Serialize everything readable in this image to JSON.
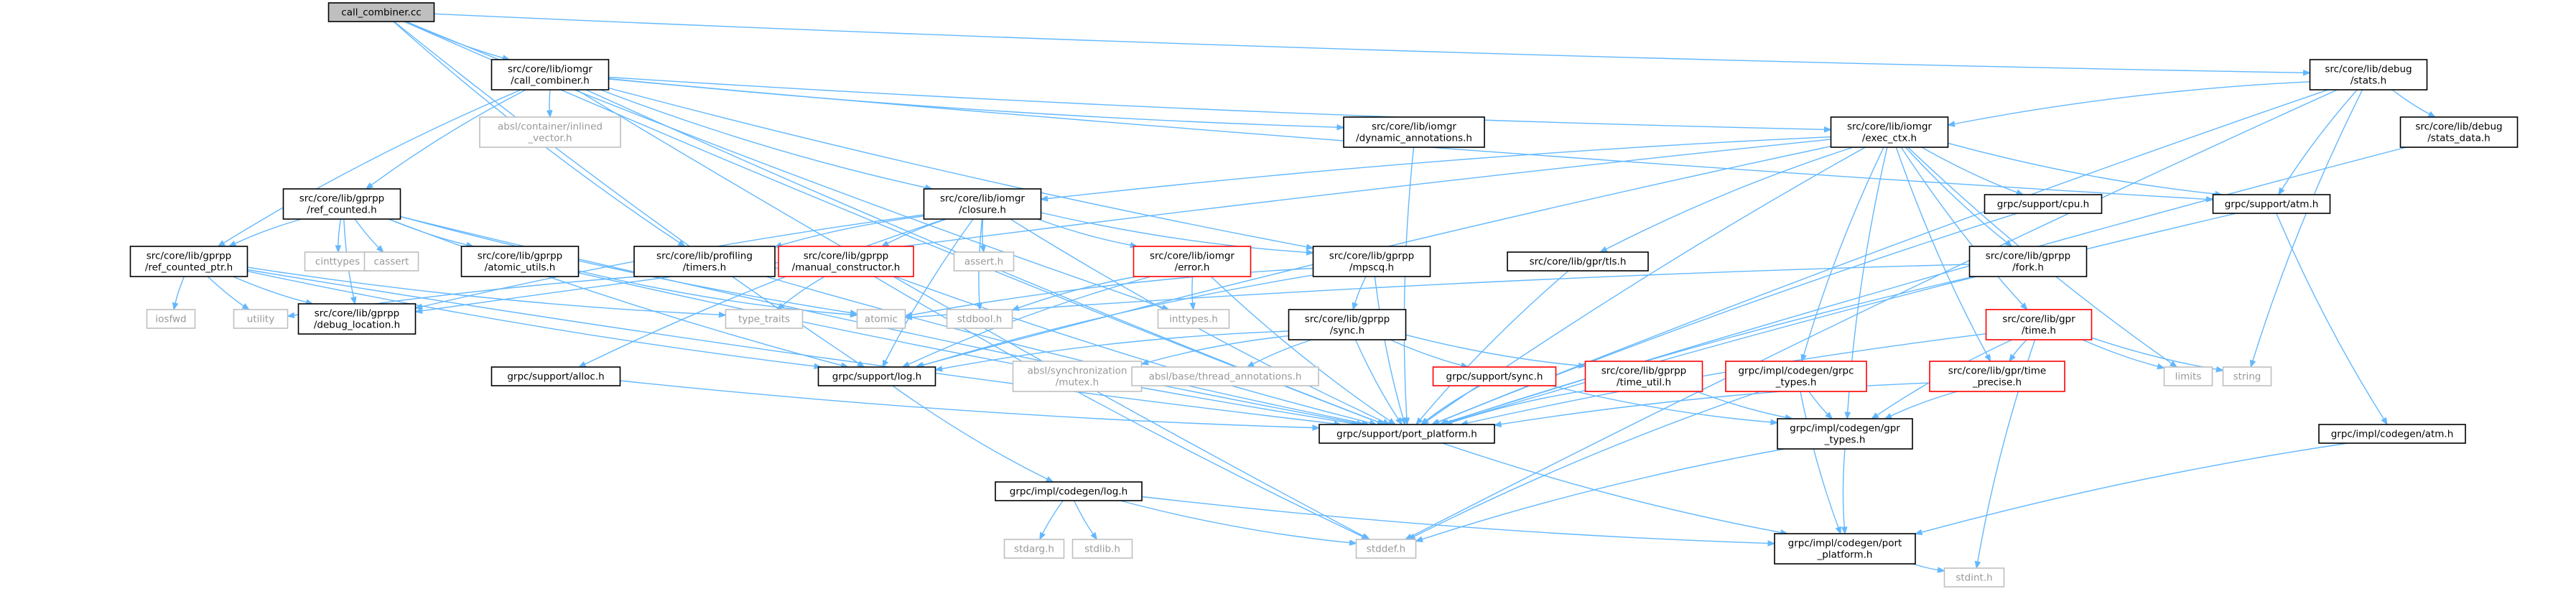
{
  "colors": {
    "edge": "#63b8ff",
    "focus_fill": "#bfbfbf",
    "focus_border": "#000000",
    "documented_border": "#000000",
    "undocumented_border": "#ff0000",
    "external_border": "#bfbfbf",
    "node_fill": "#ffffff",
    "documented_text": "#000000",
    "external_text": "#999999"
  },
  "graph": {
    "nodes": [
      {
        "id": "call_combiner_cc",
        "kind": "focus",
        "lines": [
          "call_combiner.cc"
        ]
      },
      {
        "id": "iomgr_call_combiner_h",
        "kind": "documented",
        "lines": [
          "src/core/lib/iomgr",
          "/call_combiner.h"
        ]
      },
      {
        "id": "debug_stats_h",
        "kind": "documented",
        "lines": [
          "src/core/lib/debug",
          "/stats.h"
        ]
      },
      {
        "id": "inlined_vector_h",
        "kind": "external",
        "lines": [
          "absl/container/inlined",
          "_vector.h"
        ]
      },
      {
        "id": "dynamic_annotations_h",
        "kind": "documented",
        "lines": [
          "src/core/lib/iomgr",
          "/dynamic_annotations.h"
        ]
      },
      {
        "id": "exec_ctx_h",
        "kind": "documented",
        "lines": [
          "src/core/lib/iomgr",
          "/exec_ctx.h"
        ]
      },
      {
        "id": "stats_data_h",
        "kind": "documented",
        "lines": [
          "src/core/lib/debug",
          "/stats_data.h"
        ]
      },
      {
        "id": "ref_counted_h",
        "kind": "documented",
        "lines": [
          "src/core/lib/gprpp",
          "/ref_counted.h"
        ]
      },
      {
        "id": "closure_h",
        "kind": "documented",
        "lines": [
          "src/core/lib/iomgr",
          "/closure.h"
        ]
      },
      {
        "id": "support_cpu_h",
        "kind": "documented",
        "lines": [
          "grpc/support/cpu.h"
        ]
      },
      {
        "id": "support_atm_h",
        "kind": "documented",
        "lines": [
          "grpc/support/atm.h"
        ]
      },
      {
        "id": "ref_counted_ptr_h",
        "kind": "documented",
        "lines": [
          "src/core/lib/gprpp",
          "/ref_counted_ptr.h"
        ]
      },
      {
        "id": "cinttypes",
        "kind": "external",
        "lines": [
          "cinttypes"
        ]
      },
      {
        "id": "cassert",
        "kind": "external",
        "lines": [
          "cassert"
        ]
      },
      {
        "id": "atomic_utils_h",
        "kind": "documented",
        "lines": [
          "src/core/lib/gprpp",
          "/atomic_utils.h"
        ]
      },
      {
        "id": "profiling_timers_h",
        "kind": "documented",
        "lines": [
          "src/core/lib/profiling",
          "/timers.h"
        ]
      },
      {
        "id": "manual_constructor_h",
        "kind": "undocumented",
        "lines": [
          "src/core/lib/gprpp",
          "/manual_constructor.h"
        ]
      },
      {
        "id": "assert_h",
        "kind": "external",
        "lines": [
          "assert.h"
        ]
      },
      {
        "id": "iomgr_error_h",
        "kind": "undocumented",
        "lines": [
          "src/core/lib/iomgr",
          "/error.h"
        ]
      },
      {
        "id": "mpscq_h",
        "kind": "documented",
        "lines": [
          "src/core/lib/gprpp",
          "/mpscq.h"
        ]
      },
      {
        "id": "gpr_tls_h",
        "kind": "documented",
        "lines": [
          "src/core/lib/gpr/tls.h"
        ]
      },
      {
        "id": "gprpp_fork_h",
        "kind": "documented",
        "lines": [
          "src/core/lib/gprpp",
          "/fork.h"
        ]
      },
      {
        "id": "iosfwd",
        "kind": "external",
        "lines": [
          "iosfwd"
        ]
      },
      {
        "id": "utility",
        "kind": "external",
        "lines": [
          "utility"
        ]
      },
      {
        "id": "debug_location_h",
        "kind": "documented",
        "lines": [
          "src/core/lib/gprpp",
          "/debug_location.h"
        ]
      },
      {
        "id": "type_traits",
        "kind": "external",
        "lines": [
          "type_traits"
        ]
      },
      {
        "id": "atomic",
        "kind": "external",
        "lines": [
          "atomic"
        ]
      },
      {
        "id": "stdbool_h",
        "kind": "external",
        "lines": [
          "stdbool.h"
        ]
      },
      {
        "id": "inttypes_h",
        "kind": "external",
        "lines": [
          "inttypes.h"
        ]
      },
      {
        "id": "gprpp_sync_h",
        "kind": "documented",
        "lines": [
          "src/core/lib/gprpp",
          "/sync.h"
        ]
      },
      {
        "id": "gpr_time_h",
        "kind": "undocumented",
        "lines": [
          "src/core/lib/gpr",
          "/time.h"
        ]
      },
      {
        "id": "support_alloc_h",
        "kind": "documented",
        "lines": [
          "grpc/support/alloc.h"
        ]
      },
      {
        "id": "support_log_h",
        "kind": "documented",
        "lines": [
          "grpc/support/log.h"
        ]
      },
      {
        "id": "absl_mutex_h",
        "kind": "external",
        "lines": [
          "absl/synchronization",
          "/mutex.h"
        ]
      },
      {
        "id": "thread_annotations_h",
        "kind": "external",
        "lines": [
          "absl/base/thread_annotations.h"
        ]
      },
      {
        "id": "support_sync_h",
        "kind": "undocumented",
        "lines": [
          "grpc/support/sync.h"
        ]
      },
      {
        "id": "time_util_h",
        "kind": "undocumented",
        "lines": [
          "src/core/lib/gprpp",
          "/time_util.h"
        ]
      },
      {
        "id": "grpc_types_h",
        "kind": "undocumented",
        "lines": [
          "grpc/impl/codegen/grpc",
          "_types.h"
        ]
      },
      {
        "id": "time_precise_h",
        "kind": "undocumented",
        "lines": [
          "src/core/lib/gpr/time",
          "_precise.h"
        ]
      },
      {
        "id": "limits",
        "kind": "external",
        "lines": [
          "limits"
        ]
      },
      {
        "id": "string",
        "kind": "external",
        "lines": [
          "string"
        ]
      },
      {
        "id": "port_platform_h",
        "kind": "documented",
        "lines": [
          "grpc/support/port_platform.h"
        ]
      },
      {
        "id": "gpr_types_h",
        "kind": "documented",
        "lines": [
          "grpc/impl/codegen/gpr",
          "_types.h"
        ]
      },
      {
        "id": "codegen_log_h",
        "kind": "documented",
        "lines": [
          "grpc/impl/codegen/log.h"
        ]
      },
      {
        "id": "codegen_atm_h",
        "kind": "documented",
        "lines": [
          "grpc/impl/codegen/atm.h"
        ]
      },
      {
        "id": "stdarg_h",
        "kind": "external",
        "lines": [
          "stdarg.h"
        ]
      },
      {
        "id": "stdlib_h",
        "kind": "external",
        "lines": [
          "stdlib.h"
        ]
      },
      {
        "id": "stddef_h",
        "kind": "external",
        "lines": [
          "stddef.h"
        ]
      },
      {
        "id": "codegen_port_platform_h",
        "kind": "documented",
        "lines": [
          "grpc/impl/codegen/port",
          "_platform.h"
        ]
      },
      {
        "id": "stdint_h",
        "kind": "external",
        "lines": [
          "stdint.h"
        ]
      }
    ],
    "edges": [
      [
        "call_combiner_cc",
        "iomgr_call_combiner_h"
      ],
      [
        "call_combiner_cc",
        "debug_stats_h"
      ],
      [
        "call_combiner_cc",
        "port_platform_h"
      ],
      [
        "call_combiner_cc",
        "support_log_h"
      ],
      [
        "call_combiner_cc",
        "profiling_timers_h"
      ],
      [
        "call_combiner_cc",
        "inttypes_h"
      ],
      [
        "iomgr_call_combiner_h",
        "inlined_vector_h"
      ],
      [
        "iomgr_call_combiner_h",
        "dynamic_annotations_h"
      ],
      [
        "iomgr_call_combiner_h",
        "exec_ctx_h"
      ],
      [
        "iomgr_call_combiner_h",
        "ref_counted_h"
      ],
      [
        "iomgr_call_combiner_h",
        "ref_counted_ptr_h"
      ],
      [
        "iomgr_call_combiner_h",
        "closure_h"
      ],
      [
        "iomgr_call_combiner_h",
        "mpscq_h"
      ],
      [
        "iomgr_call_combiner_h",
        "support_atm_h"
      ],
      [
        "iomgr_call_combiner_h",
        "port_platform_h"
      ],
      [
        "iomgr_call_combiner_h",
        "stddef_h"
      ],
      [
        "debug_stats_h",
        "exec_ctx_h"
      ],
      [
        "debug_stats_h",
        "stats_data_h"
      ],
      [
        "debug_stats_h",
        "support_atm_h"
      ],
      [
        "debug_stats_h",
        "port_platform_h"
      ],
      [
        "debug_stats_h",
        "string"
      ],
      [
        "debug_stats_h",
        "stddef_h"
      ],
      [
        "dynamic_annotations_h",
        "port_platform_h"
      ],
      [
        "exec_ctx_h",
        "closure_h"
      ],
      [
        "exec_ctx_h",
        "support_cpu_h"
      ],
      [
        "exec_ctx_h",
        "support_atm_h"
      ],
      [
        "exec_ctx_h",
        "gpr_tls_h"
      ],
      [
        "exec_ctx_h",
        "gprpp_fork_h"
      ],
      [
        "exec_ctx_h",
        "gpr_time_h"
      ],
      [
        "exec_ctx_h",
        "time_precise_h"
      ],
      [
        "exec_ctx_h",
        "grpc_types_h"
      ],
      [
        "exec_ctx_h",
        "limits"
      ],
      [
        "exec_ctx_h",
        "port_platform_h"
      ],
      [
        "exec_ctx_h",
        "gpr_types_h"
      ],
      [
        "exec_ctx_h",
        "debug_location_h"
      ],
      [
        "exec_ctx_h",
        "support_log_h"
      ],
      [
        "stats_data_h",
        "port_platform_h"
      ],
      [
        "ref_counted_h",
        "ref_counted_ptr_h"
      ],
      [
        "ref_counted_h",
        "cinttypes"
      ],
      [
        "ref_counted_h",
        "cassert"
      ],
      [
        "ref_counted_h",
        "atomic_utils_h"
      ],
      [
        "ref_counted_h",
        "debug_location_h"
      ],
      [
        "ref_counted_h",
        "atomic"
      ],
      [
        "ref_counted_h",
        "support_log_h"
      ],
      [
        "ref_counted_h",
        "port_platform_h"
      ],
      [
        "closure_h",
        "profiling_timers_h"
      ],
      [
        "closure_h",
        "manual_constructor_h"
      ],
      [
        "closure_h",
        "assert_h"
      ],
      [
        "closure_h",
        "iomgr_error_h"
      ],
      [
        "closure_h",
        "mpscq_h"
      ],
      [
        "closure_h",
        "debug_location_h"
      ],
      [
        "closure_h",
        "stdbool_h"
      ],
      [
        "closure_h",
        "support_alloc_h"
      ],
      [
        "closure_h",
        "support_log_h"
      ],
      [
        "closure_h",
        "port_platform_h"
      ],
      [
        "support_cpu_h",
        "port_platform_h"
      ],
      [
        "support_atm_h",
        "codegen_atm_h"
      ],
      [
        "support_atm_h",
        "port_platform_h"
      ],
      [
        "ref_counted_ptr_h",
        "iosfwd"
      ],
      [
        "ref_counted_ptr_h",
        "utility"
      ],
      [
        "ref_counted_ptr_h",
        "type_traits"
      ],
      [
        "ref_counted_ptr_h",
        "debug_location_h"
      ],
      [
        "ref_counted_ptr_h",
        "port_platform_h"
      ],
      [
        "ref_counted_ptr_h",
        "support_log_h"
      ],
      [
        "atomic_utils_h",
        "atomic"
      ],
      [
        "atomic_utils_h",
        "port_platform_h"
      ],
      [
        "profiling_timers_h",
        "port_platform_h"
      ],
      [
        "manual_constructor_h",
        "type_traits"
      ],
      [
        "manual_constructor_h",
        "utility"
      ],
      [
        "manual_constructor_h",
        "stddef_h"
      ],
      [
        "manual_constructor_h",
        "port_platform_h"
      ],
      [
        "iomgr_error_h",
        "inttypes_h"
      ],
      [
        "iomgr_error_h",
        "stdbool_h"
      ],
      [
        "iomgr_error_h",
        "support_log_h"
      ],
      [
        "iomgr_error_h",
        "port_platform_h"
      ],
      [
        "mpscq_h",
        "gprpp_sync_h"
      ],
      [
        "mpscq_h",
        "atomic"
      ],
      [
        "mpscq_h",
        "support_log_h"
      ],
      [
        "mpscq_h",
        "port_platform_h"
      ],
      [
        "gpr_tls_h",
        "port_platform_h"
      ],
      [
        "gprpp_fork_h",
        "atomic"
      ],
      [
        "gprpp_fork_h",
        "port_platform_h"
      ],
      [
        "gprpp_sync_h",
        "absl_mutex_h"
      ],
      [
        "gprpp_sync_h",
        "thread_annotations_h"
      ],
      [
        "gprpp_sync_h",
        "support_sync_h"
      ],
      [
        "gprpp_sync_h",
        "time_util_h"
      ],
      [
        "gprpp_sync_h",
        "support_log_h"
      ],
      [
        "gprpp_sync_h",
        "port_platform_h"
      ],
      [
        "gpr_time_h",
        "gpr_types_h"
      ],
      [
        "gpr_time_h",
        "limits"
      ],
      [
        "gpr_time_h",
        "string"
      ],
      [
        "gpr_time_h",
        "time_precise_h"
      ],
      [
        "gpr_time_h",
        "port_platform_h"
      ],
      [
        "gpr_time_h",
        "stdint_h"
      ],
      [
        "support_alloc_h",
        "port_platform_h"
      ],
      [
        "support_log_h",
        "codegen_log_h"
      ],
      [
        "support_sync_h",
        "gpr_types_h"
      ],
      [
        "support_sync_h",
        "port_platform_h"
      ],
      [
        "time_util_h",
        "gpr_types_h"
      ],
      [
        "time_util_h",
        "port_platform_h"
      ],
      [
        "grpc_types_h",
        "gpr_types_h"
      ],
      [
        "grpc_types_h",
        "stddef_h"
      ],
      [
        "grpc_types_h",
        "codegen_port_platform_h"
      ],
      [
        "time_precise_h",
        "gpr_types_h"
      ],
      [
        "time_precise_h",
        "port_platform_h"
      ],
      [
        "port_platform_h",
        "codegen_port_platform_h"
      ],
      [
        "gpr_types_h",
        "stddef_h"
      ],
      [
        "gpr_types_h",
        "codegen_port_platform_h"
      ],
      [
        "codegen_log_h",
        "stdarg_h"
      ],
      [
        "codegen_log_h",
        "stdlib_h"
      ],
      [
        "codegen_log_h",
        "stddef_h"
      ],
      [
        "codegen_log_h",
        "codegen_port_platform_h"
      ],
      [
        "codegen_atm_h",
        "codegen_port_platform_h"
      ],
      [
        "codegen_port_platform_h",
        "stdint_h"
      ]
    ]
  }
}
